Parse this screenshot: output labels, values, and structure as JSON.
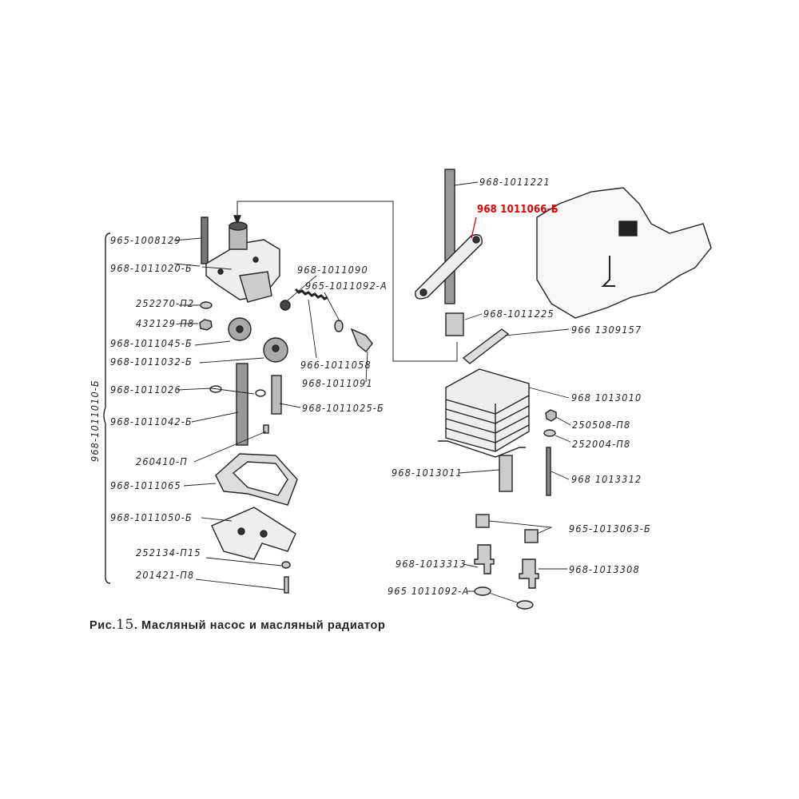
{
  "figure": {
    "caption_prefix": "Рис.",
    "caption_number": "15",
    "caption_text": ". Масляный насос и масляный радиатор",
    "highlight_color": "#e00000",
    "assembly_label": "968-1011010-Б",
    "labels": {
      "l1": "965-1008129",
      "l2": "968-1011020-Б",
      "l3": "252270-П2",
      "l4": "432129-П8",
      "l5": "968-1011045-Б",
      "l6": "968-1011032-Б",
      "l7": "968-1011026",
      "l8": "968-1011042-Б",
      "l9": "260410-П",
      "l10": "968-1011065",
      "l11": "968-1011050-Б",
      "l12": "252134-П15",
      "l13": "201421-П8",
      "m1": "968-1011090",
      "m2": "965-1011092-А",
      "m3": "966-1011058",
      "m4": "968-1011091",
      "m5": "968-1011025-Б",
      "r1": "968-1011221",
      "r2": "968 1011066-Б",
      "r3": "968-1011225",
      "r4": "966 1309157",
      "r5": "968 1013010",
      "r6": "250508-П8",
      "r7": "252004-П8",
      "r8": "968-1013011",
      "r9": "968 1013312",
      "r10": "965-1013063-Б",
      "r11": "968-1013313",
      "r12": "968-1013308",
      "r13": "965 1011092-А"
    }
  }
}
